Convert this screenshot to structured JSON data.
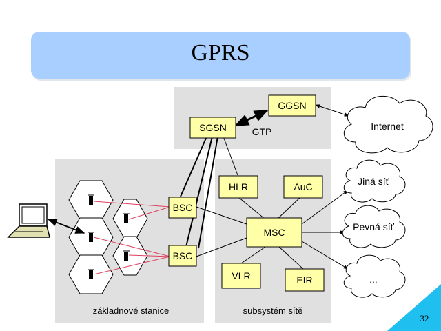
{
  "title": "GPRS",
  "page_number": "32",
  "nodes": {
    "ggsn": "GGSN",
    "sgsn": "SGSN",
    "gtp": "GTP",
    "hlr": "HLR",
    "auc": "AuC",
    "bsc1": "BSC",
    "bsc2": "BSC",
    "msc": "MSC",
    "vlr": "VLR",
    "eir": "EIR"
  },
  "clouds": {
    "internet": "Internet",
    "jina_sit": "Jiná síť",
    "pevna_sit": "Pevná síť",
    "other": "..."
  },
  "regions": {
    "base_stations": "základnové stanice",
    "network_subsystem": "subsystém sítě"
  },
  "colors": {
    "banner": "#a8cfff",
    "region_fill": "#e0e0e0",
    "node_fill": "#ffffa8",
    "corner_accent": "#1fc0f0",
    "radio_link": "#e04060"
  }
}
